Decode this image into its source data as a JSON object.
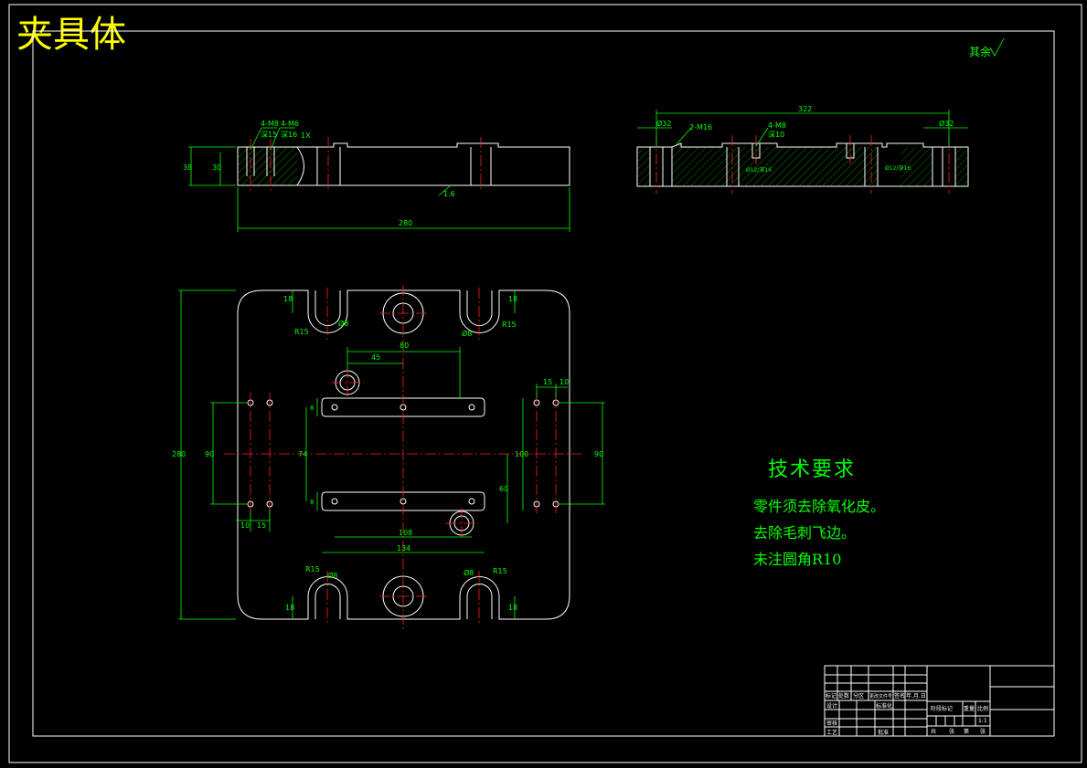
{
  "drawing_title": "夹具体",
  "surface_note": "其余",
  "tech_requirements": {
    "heading": "技术要求",
    "lines": [
      "零件须去除氧化皮。",
      "去除毛刺飞边。",
      "未注圆角R10"
    ]
  },
  "dims": {
    "front": {
      "total_length": "280",
      "height_outer": "38",
      "height_inner": "30",
      "thread_a": "4-M8",
      "thread_a_depth": "深15",
      "thread_b": "4-M6",
      "thread_b_depth": "深16",
      "chamfer": "1X",
      "roughness_a": "1.6"
    },
    "side": {
      "total_length": "322",
      "end_left": "Ø32",
      "end_right": "Ø32",
      "thread_a": "2-M16",
      "thread_b": "4-M8",
      "thread_b_depth": "深10",
      "callout_a": "Ø12/深16",
      "callout_b": "Ø12/深16"
    },
    "plan": {
      "overall_height": "280",
      "slot_width_tl": "18",
      "slot_width_tr": "18",
      "slot_width_bl": "18",
      "slot_width_br": "18",
      "radius_tl": "R15",
      "radius_tr": "R15",
      "radius_bl": "R15",
      "radius_br": "R15",
      "slot_dia_tl": "Ø8",
      "slot_dia_tr": "Ø8",
      "slot_dia_bl": "Ø8",
      "slot_dia_br": "Ø8",
      "top_45": "45",
      "top_80": "80",
      "right_15": "15",
      "right_10": "10",
      "left_10": "10",
      "left_15": "15",
      "left_height": "90",
      "inner_74": "74",
      "inner_8a": "8",
      "inner_8b": "8",
      "inner_100": "100",
      "inner_60": "60",
      "right_height": "90",
      "bottom_108": "108",
      "bottom_134": "134"
    }
  },
  "title_block": {
    "cells_row1": [
      "标记",
      "处数",
      "分区",
      "更改文件号",
      "签名",
      "年.月.日"
    ],
    "design": "设计",
    "standardize": "标准化",
    "review": "审核",
    "process": "工艺",
    "approve": "批准",
    "stage_label": "阶段标记",
    "weight_label": "重量",
    "scale_label": "比例",
    "scale_value": "1:1",
    "sheet_info": [
      "共",
      "张",
      "第",
      "张"
    ]
  }
}
